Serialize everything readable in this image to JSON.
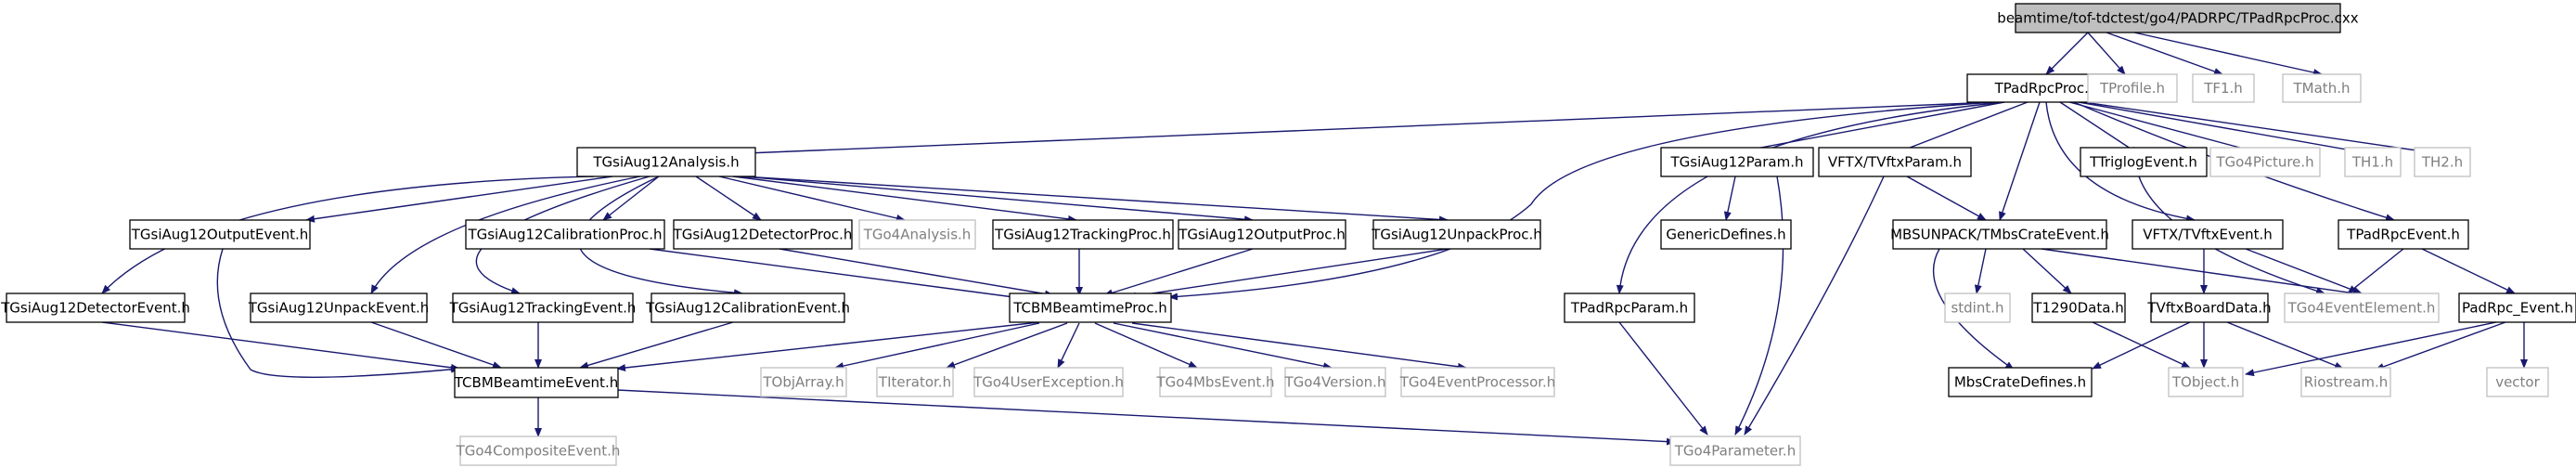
{
  "colors": {
    "edge": "#191970",
    "normal_border": "#000000",
    "normal_fill": "#ffffff",
    "normal_text": "#000000",
    "external_border": "#bfbfbf",
    "external_text": "#7f7f7f",
    "root_fill": "#bfbfbf"
  },
  "nodes": {
    "root": "beamtime/tof-tdctest/go4/PADRPC/TPadRpcProc.cxx",
    "tpadrpcproc_h": "TPadRpcProc.h",
    "tprofile_h": "TProfile.h",
    "tf1_h": "TF1.h",
    "tmath_h": "TMath.h",
    "tgsiaug12analysis_h": "TGsiAug12Analysis.h",
    "tgsiaug12param_h": "TGsiAug12Param.h",
    "vftx_tvftxparam_h": "VFTX/TVftxParam.h",
    "ttriglogevent_h": "TTriglogEvent.h",
    "tgo4picture_h": "TGo4Picture.h",
    "th1_h": "TH1.h",
    "th2_h": "TH2.h",
    "tgsiaug12outputevent_h": "TGsiAug12OutputEvent.h",
    "tgsiaug12calibrationproc_h": "TGsiAug12CalibrationProc.h",
    "tgsiaug12detectorproc_h": "TGsiAug12DetectorProc.h",
    "tgo4analysis_h": "TGo4Analysis.h",
    "tgsiaug12trackingproc_h": "TGsiAug12TrackingProc.h",
    "tgsiaug12outputproc_h": "TGsiAug12OutputProc.h",
    "tgsiaug12unpackproc_h": "TGsiAug12UnpackProc.h",
    "genericdefines_h": "GenericDefines.h",
    "mbsunpack_tmbscrateevent_h": "MBSUNPACK/TMbsCrateEvent.h",
    "vftx_tvftxevent_h": "VFTX/TVftxEvent.h",
    "tpadrpcevent_h": "TPadRpcEvent.h",
    "tgsiaug12detectorevent_h": "TGsiAug12DetectorEvent.h",
    "tgsiaug12unpackevent_h": "TGsiAug12UnpackEvent.h",
    "tgsiaug12trackingevent_h": "TGsiAug12TrackingEvent.h",
    "tgsiaug12calibrationevent_h": "TGsiAug12CalibrationEvent.h",
    "tcbmbeamtimeproc_h": "TCBMBeamtimeProc.h",
    "tpadrpcparam_h": "TPadRpcParam.h",
    "stdint_h": "stdint.h",
    "t1290data_h": "T1290Data.h",
    "tvftxboarddata_h": "TVftxBoardData.h",
    "tgo4eventelement_h": "TGo4EventElement.h",
    "padrpc_event_h": "PadRpc_Event.h",
    "tcbmbeamtimeevent_h": "TCBMBeamtimeEvent.h",
    "tobjarray_h": "TObjArray.h",
    "titerator_h": "TIterator.h",
    "tgo4userexception_h": "TGo4UserException.h",
    "tgo4mbsevent_h": "TGo4MbsEvent.h",
    "tgo4version_h": "TGo4Version.h",
    "tgo4eventprocessor_h": "TGo4EventProcessor.h",
    "mbscratedefines_h": "MbsCrateDefines.h",
    "tobject_h": "TObject.h",
    "riostream_h": "Riostream.h",
    "vector": "vector",
    "tgo4compositeevent_h": "TGo4CompositeEvent.h",
    "tgo4parameter_h": "TGo4Parameter.h"
  }
}
